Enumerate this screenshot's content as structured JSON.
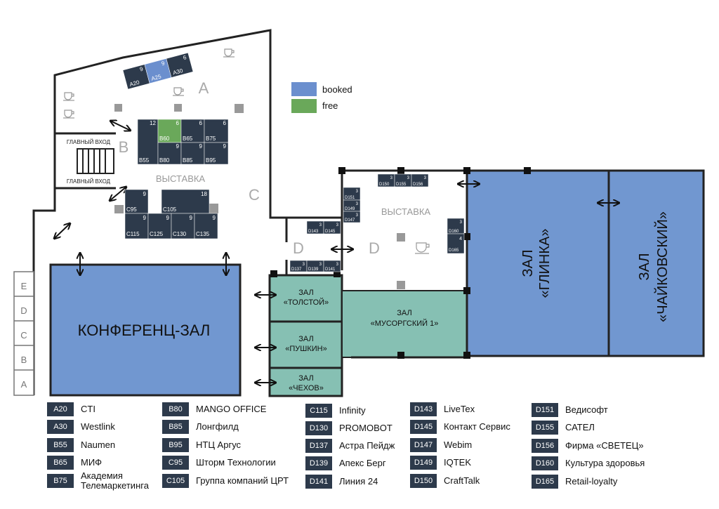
{
  "zones": {
    "a": "A",
    "b": "B",
    "c": "C",
    "d1": "D",
    "d2": "D",
    "exhibition1": "ВЫСТАВКА",
    "exhibition2": "ВЫСТАВКА"
  },
  "entrances": {
    "main1": "ГЛАВНЫЙ ВХОД",
    "main2": "ГЛАВНЫЙ ВХОД"
  },
  "halls": {
    "conference": "КОНФЕРЕНЦ-ЗАЛ",
    "tolstoy_1": "ЗАЛ",
    "tolstoy_2": "«ТОЛСТОЙ»",
    "pushkin_1": "ЗАЛ",
    "pushkin_2": "«ПУШКИН»",
    "chekhov_1": "ЗАЛ",
    "chekhov_2": "«ЧЕХОВ»",
    "mussorgsky_1": "ЗАЛ",
    "mussorgsky_2": "«МУСОРГСКИЙ 1»",
    "glinka_1": "ЗАЛ",
    "glinka_2": "«ГЛИНКА»",
    "tchaikovsky_1": "ЗАЛ",
    "tchaikovsky_2": "«ЧАЙКОВСКИЙ»"
  },
  "legend_status": {
    "booked": "booked",
    "free": "free",
    "booked_color": "#6b8fce",
    "free_color": "#6aa85a"
  },
  "side_doors": [
    "E",
    "D",
    "C",
    "B",
    "A"
  ],
  "colors": {
    "booth": "#2d3a4b",
    "hall_blue": "#7197d0",
    "hall_teal": "#86c0b3",
    "wall": "#222222",
    "zone_letter": "#aaaaaa"
  },
  "booths": {
    "a20": {
      "code": "A20",
      "size": "9"
    },
    "a25": {
      "code": "A25",
      "size": "9",
      "status": "booked"
    },
    "a30": {
      "code": "A30",
      "size": "6"
    },
    "b55": {
      "code": "B55",
      "size": "12"
    },
    "b60": {
      "code": "B60",
      "size": "6",
      "status": "free"
    },
    "b65": {
      "code": "B65",
      "size": "6"
    },
    "b75": {
      "code": "B75",
      "size": "6"
    },
    "b80": {
      "code": "B80",
      "size": "9"
    },
    "b85": {
      "code": "B85",
      "size": "9"
    },
    "b95": {
      "code": "B95",
      "size": "9"
    },
    "c95": {
      "code": "C95",
      "size": "9"
    },
    "c105": {
      "code": "C105",
      "size": "18"
    },
    "c115": {
      "code": "C115",
      "size": "9"
    },
    "c125": {
      "code": "C125",
      "size": "9"
    },
    "c130": {
      "code": "C130",
      "size": "9"
    },
    "c135": {
      "code": "C135",
      "size": "9"
    },
    "d150": {
      "code": "D150",
      "size": "3"
    },
    "d155": {
      "code": "D155",
      "size": "3"
    },
    "d156": {
      "code": "D156",
      "size": "3"
    },
    "d151": {
      "code": "D151",
      "size": "3"
    },
    "d149": {
      "code": "D149",
      "size": "3"
    },
    "d147": {
      "code": "D147",
      "size": "3"
    },
    "d143": {
      "code": "D143",
      "size": "3"
    },
    "d145": {
      "code": "D145",
      "size": "3"
    },
    "d137": {
      "code": "D137",
      "size": "3"
    },
    "d139": {
      "code": "D139",
      "size": "3"
    },
    "d141": {
      "code": "D141",
      "size": "3"
    },
    "d160": {
      "code": "D160",
      "size": "3"
    },
    "d165": {
      "code": "D165",
      "size": "4"
    }
  },
  "legend": [
    {
      "code": "A20",
      "name": "CTI"
    },
    {
      "code": "A30",
      "name": "Westlink"
    },
    {
      "code": "B55",
      "name": "Naumen"
    },
    {
      "code": "B65",
      "name": "МИФ"
    },
    {
      "code": "B75",
      "name": "Академия Телемаркетинга"
    },
    {
      "code": "B80",
      "name": "MANGO OFFICE"
    },
    {
      "code": "B85",
      "name": "Лонгфилд"
    },
    {
      "code": "B95",
      "name": "НТЦ Аргус"
    },
    {
      "code": "C95",
      "name": "Шторм Технологии"
    },
    {
      "code": "C105",
      "name": "Группа компаний ЦРТ"
    },
    {
      "code": "C115",
      "name": "Infinity"
    },
    {
      "code": "D130",
      "name": "PROMOBOT"
    },
    {
      "code": "D137",
      "name": "Астра Пейдж"
    },
    {
      "code": "D139",
      "name": "Апекс Берг"
    },
    {
      "code": "D141",
      "name": "Линия 24"
    },
    {
      "code": "D143",
      "name": "LiveTex"
    },
    {
      "code": "D145",
      "name": "Контакт Сервис"
    },
    {
      "code": "D147",
      "name": "Webim"
    },
    {
      "code": "D149",
      "name": "IQTEK"
    },
    {
      "code": "D150",
      "name": "CraftTalk"
    },
    {
      "code": "D151",
      "name": "Ведисофт"
    },
    {
      "code": "D155",
      "name": "САТЕЛ"
    },
    {
      "code": "D156",
      "name": "Фирма «СВЕТЕЦ»"
    },
    {
      "code": "D160",
      "name": "Культура здоровья"
    },
    {
      "code": "D165",
      "name": "Retail-loyalty"
    }
  ]
}
